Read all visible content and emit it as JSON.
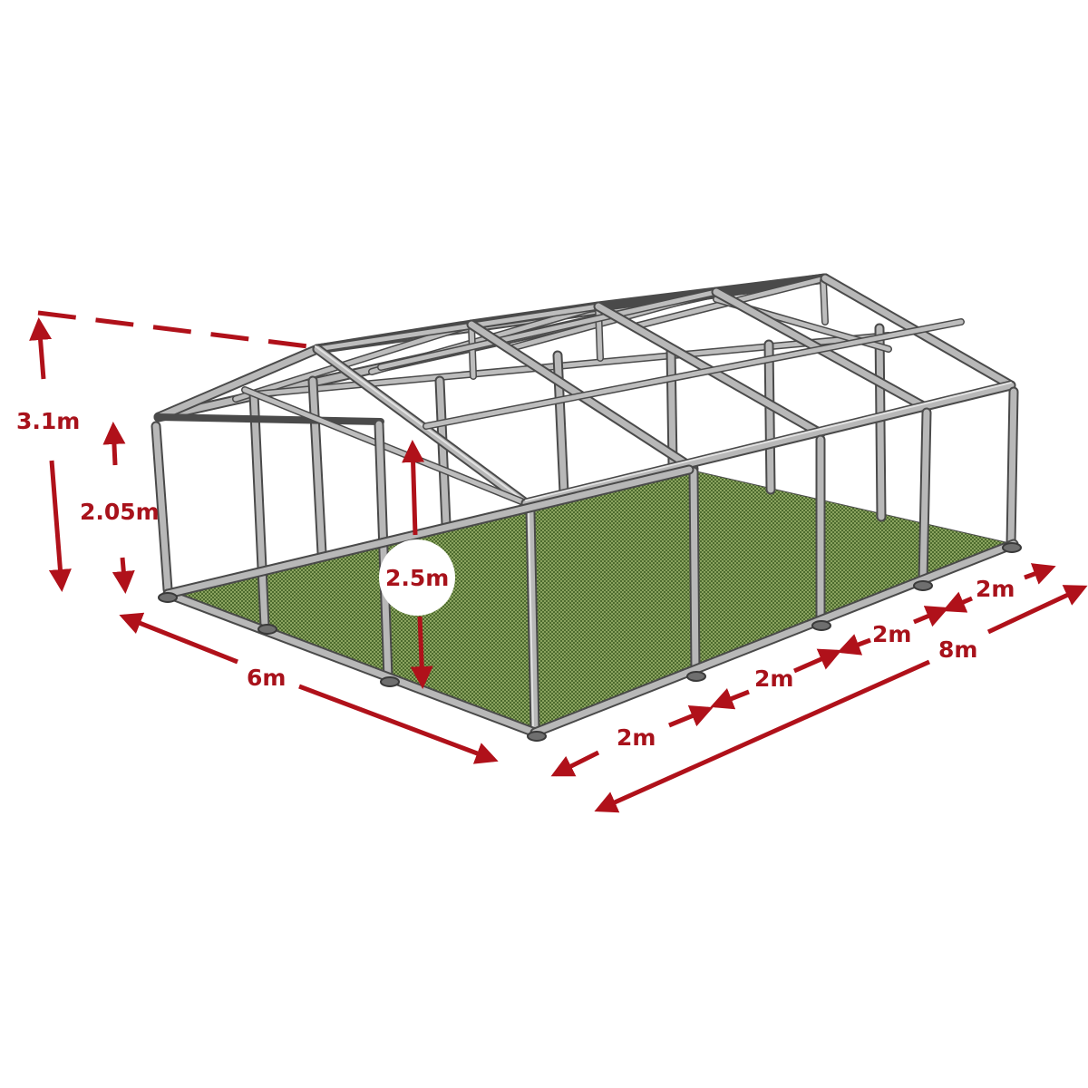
{
  "diagram": {
    "subject": "Tent frame (8m x 6m) with green floor and end wall panel",
    "colors": {
      "dimension": "#b0111a",
      "frame": "#b8b8b8",
      "frame_outline": "#4a4a4a",
      "floor": "#6e8a4a",
      "background": "#ffffff"
    },
    "dimensions": {
      "ridge_height": "3.1m",
      "side_height": "2.05m",
      "center_height": "2.5m",
      "width": "6m",
      "length_total": "8m",
      "bay_1": "2m",
      "bay_2": "2m",
      "bay_3": "2m",
      "bay_4": "2m"
    }
  }
}
